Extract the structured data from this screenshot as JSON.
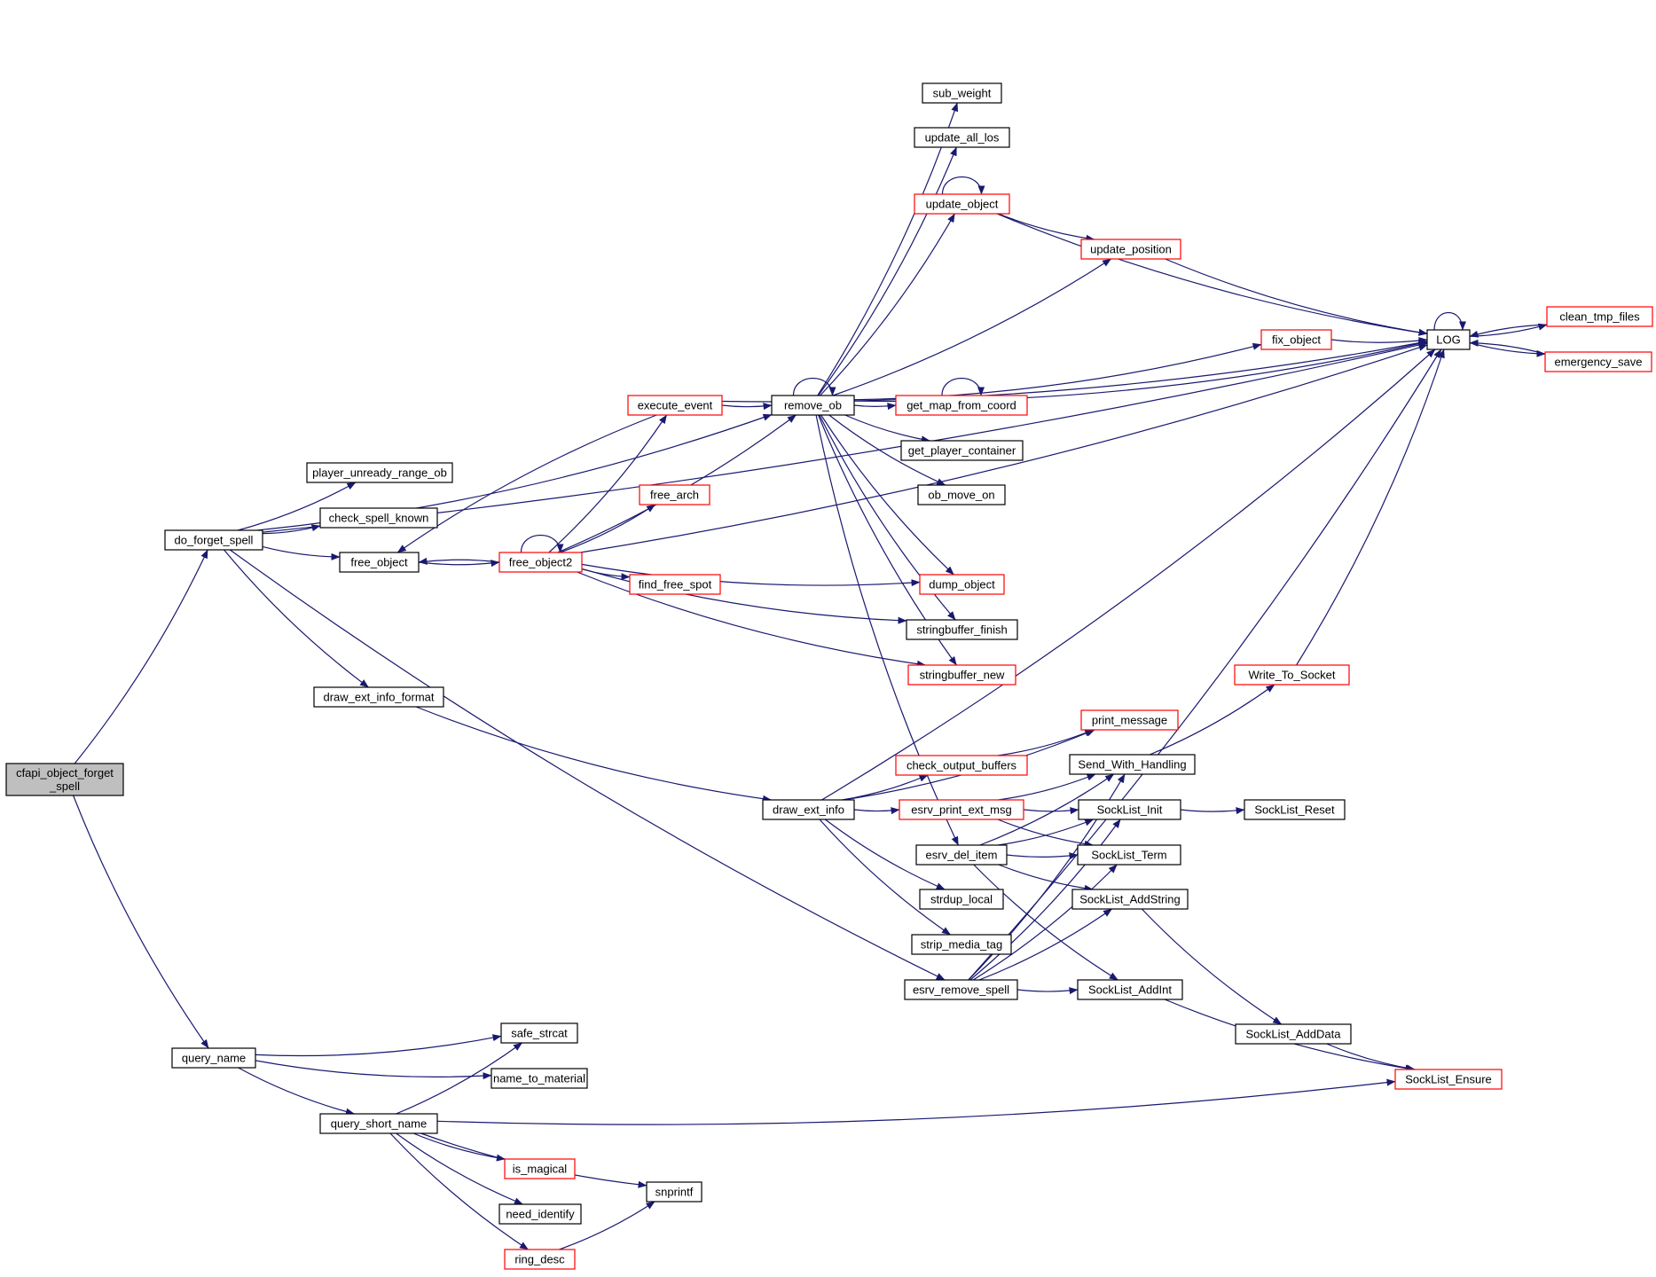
{
  "diagram": {
    "title": "cfapi_object_forget_spell call graph",
    "colors": {
      "edge": "#191970",
      "root_fill": "#bfbfbf",
      "normal_border": "#000000",
      "truncated_border": "#ff0000"
    },
    "nodes": [
      {
        "id": "cfapi",
        "lines": [
          "cfapi_object_forget",
          "_spell"
        ],
        "kind": "root"
      },
      {
        "id": "do_forget_spell",
        "lines": [
          "do_forget_spell"
        ],
        "kind": "normal"
      },
      {
        "id": "query_name",
        "lines": [
          "query_name"
        ],
        "kind": "normal"
      },
      {
        "id": "player_unready_range_ob",
        "lines": [
          "player_unready_range_ob"
        ],
        "kind": "normal"
      },
      {
        "id": "check_spell_known",
        "lines": [
          "check_spell_known"
        ],
        "kind": "normal"
      },
      {
        "id": "free_object",
        "lines": [
          "free_object"
        ],
        "kind": "normal"
      },
      {
        "id": "draw_ext_info_format",
        "lines": [
          "draw_ext_info_format"
        ],
        "kind": "normal"
      },
      {
        "id": "safe_strcat",
        "lines": [
          "safe_strcat"
        ],
        "kind": "normal"
      },
      {
        "id": "name_to_material",
        "lines": [
          "name_to_material"
        ],
        "kind": "normal"
      },
      {
        "id": "query_short_name",
        "lines": [
          "query_short_name"
        ],
        "kind": "normal"
      },
      {
        "id": "is_magical",
        "lines": [
          "is_magical"
        ],
        "kind": "truncated"
      },
      {
        "id": "need_identify",
        "lines": [
          "need_identify"
        ],
        "kind": "normal"
      },
      {
        "id": "ring_desc",
        "lines": [
          "ring_desc"
        ],
        "kind": "truncated"
      },
      {
        "id": "snprintf",
        "lines": [
          "snprintf"
        ],
        "kind": "normal"
      },
      {
        "id": "execute_event",
        "lines": [
          "execute_event"
        ],
        "kind": "truncated"
      },
      {
        "id": "free_object2",
        "lines": [
          "free_object2"
        ],
        "kind": "truncated"
      },
      {
        "id": "free_arch",
        "lines": [
          "free_arch"
        ],
        "kind": "truncated"
      },
      {
        "id": "find_free_spot",
        "lines": [
          "find_free_spot"
        ],
        "kind": "truncated"
      },
      {
        "id": "remove_ob",
        "lines": [
          "remove_ob"
        ],
        "kind": "normal"
      },
      {
        "id": "draw_ext_info",
        "lines": [
          "draw_ext_info"
        ],
        "kind": "normal"
      },
      {
        "id": "sub_weight",
        "lines": [
          "sub_weight"
        ],
        "kind": "normal"
      },
      {
        "id": "update_all_los",
        "lines": [
          "update_all_los"
        ],
        "kind": "normal"
      },
      {
        "id": "update_object",
        "lines": [
          "update_object"
        ],
        "kind": "truncated"
      },
      {
        "id": "update_position",
        "lines": [
          "update_position"
        ],
        "kind": "truncated"
      },
      {
        "id": "fix_object",
        "lines": [
          "fix_object"
        ],
        "kind": "truncated"
      },
      {
        "id": "get_map_from_coord",
        "lines": [
          "get_map_from_coord"
        ],
        "kind": "truncated"
      },
      {
        "id": "get_player_container",
        "lines": [
          "get_player_container"
        ],
        "kind": "normal"
      },
      {
        "id": "ob_move_on",
        "lines": [
          "ob_move_on"
        ],
        "kind": "normal"
      },
      {
        "id": "dump_object",
        "lines": [
          "dump_object"
        ],
        "kind": "truncated"
      },
      {
        "id": "stringbuffer_finish",
        "lines": [
          "stringbuffer_finish"
        ],
        "kind": "normal"
      },
      {
        "id": "stringbuffer_new",
        "lines": [
          "stringbuffer_new"
        ],
        "kind": "truncated"
      },
      {
        "id": "print_message",
        "lines": [
          "print_message"
        ],
        "kind": "truncated"
      },
      {
        "id": "check_output_buffers",
        "lines": [
          "check_output_buffers"
        ],
        "kind": "truncated"
      },
      {
        "id": "esrv_print_ext_msg",
        "lines": [
          "esrv_print_ext_msg"
        ],
        "kind": "truncated"
      },
      {
        "id": "esrv_del_item",
        "lines": [
          "esrv_del_item"
        ],
        "kind": "normal"
      },
      {
        "id": "strdup_local",
        "lines": [
          "strdup_local"
        ],
        "kind": "normal"
      },
      {
        "id": "strip_media_tag",
        "lines": [
          "strip_media_tag"
        ],
        "kind": "normal"
      },
      {
        "id": "esrv_remove_spell",
        "lines": [
          "esrv_remove_spell"
        ],
        "kind": "normal"
      },
      {
        "id": "Send_With_Handling",
        "lines": [
          "Send_With_Handling"
        ],
        "kind": "normal"
      },
      {
        "id": "SockList_Init",
        "lines": [
          "SockList_Init"
        ],
        "kind": "normal"
      },
      {
        "id": "SockList_Term",
        "lines": [
          "SockList_Term"
        ],
        "kind": "normal"
      },
      {
        "id": "SockList_AddString",
        "lines": [
          "SockList_AddString"
        ],
        "kind": "normal"
      },
      {
        "id": "SockList_AddInt",
        "lines": [
          "SockList_AddInt"
        ],
        "kind": "normal"
      },
      {
        "id": "SockList_Reset",
        "lines": [
          "SockList_Reset"
        ],
        "kind": "normal"
      },
      {
        "id": "SockList_AddData",
        "lines": [
          "SockList_AddData"
        ],
        "kind": "normal"
      },
      {
        "id": "SockList_Ensure",
        "lines": [
          "SockList_Ensure"
        ],
        "kind": "truncated"
      },
      {
        "id": "Write_To_Socket",
        "lines": [
          "Write_To_Socket"
        ],
        "kind": "truncated"
      },
      {
        "id": "LOG",
        "lines": [
          "LOG"
        ],
        "kind": "normal"
      },
      {
        "id": "clean_tmp_files",
        "lines": [
          "clean_tmp_files"
        ],
        "kind": "truncated"
      },
      {
        "id": "emergency_save",
        "lines": [
          "emergency_save"
        ],
        "kind": "truncated"
      }
    ],
    "edges": [
      [
        "cfapi",
        "do_forget_spell"
      ],
      [
        "cfapi",
        "query_name"
      ],
      [
        "do_forget_spell",
        "LOG"
      ],
      [
        "do_forget_spell",
        "remove_ob"
      ],
      [
        "do_forget_spell",
        "player_unready_range_ob"
      ],
      [
        "do_forget_spell",
        "check_spell_known"
      ],
      [
        "do_forget_spell",
        "free_object"
      ],
      [
        "do_forget_spell",
        "draw_ext_info_format"
      ],
      [
        "do_forget_spell",
        "esrv_remove_spell"
      ],
      [
        "query_name",
        "safe_strcat"
      ],
      [
        "query_name",
        "name_to_material"
      ],
      [
        "query_name",
        "query_short_name"
      ],
      [
        "query_short_name",
        "safe_strcat"
      ],
      [
        "query_short_name",
        "is_magical"
      ],
      [
        "query_short_name",
        "need_identify"
      ],
      [
        "query_short_name",
        "ring_desc"
      ],
      [
        "query_short_name",
        "snprintf"
      ],
      [
        "query_short_name",
        "SockList_Ensure"
      ],
      [
        "ring_desc",
        "snprintf"
      ],
      [
        "free_object",
        "free_object2"
      ],
      [
        "free_object2",
        "free_object"
      ],
      [
        "free_object2",
        "free_object2"
      ],
      [
        "free_object2",
        "execute_event"
      ],
      [
        "free_object2",
        "remove_ob"
      ],
      [
        "free_object2",
        "free_arch"
      ],
      [
        "free_object2",
        "find_free_spot"
      ],
      [
        "free_object2",
        "dump_object"
      ],
      [
        "free_object2",
        "stringbuffer_finish"
      ],
      [
        "free_object2",
        "stringbuffer_new"
      ],
      [
        "free_object2",
        "LOG"
      ],
      [
        "execute_event",
        "free_object"
      ],
      [
        "execute_event",
        "remove_ob"
      ],
      [
        "execute_event",
        "LOG"
      ],
      [
        "draw_ext_info_format",
        "draw_ext_info"
      ],
      [
        "remove_ob",
        "remove_ob"
      ],
      [
        "remove_ob",
        "sub_weight"
      ],
      [
        "remove_ob",
        "update_all_los"
      ],
      [
        "remove_ob",
        "update_object"
      ],
      [
        "remove_ob",
        "update_position"
      ],
      [
        "remove_ob",
        "LOG"
      ],
      [
        "remove_ob",
        "fix_object"
      ],
      [
        "remove_ob",
        "get_map_from_coord"
      ],
      [
        "remove_ob",
        "get_player_container"
      ],
      [
        "remove_ob",
        "ob_move_on"
      ],
      [
        "remove_ob",
        "dump_object"
      ],
      [
        "remove_ob",
        "stringbuffer_finish"
      ],
      [
        "remove_ob",
        "stringbuffer_new"
      ],
      [
        "remove_ob",
        "esrv_del_item"
      ],
      [
        "update_object",
        "update_object"
      ],
      [
        "update_object",
        "update_position"
      ],
      [
        "update_object",
        "LOG"
      ],
      [
        "update_position",
        "LOG"
      ],
      [
        "fix_object",
        "LOG"
      ],
      [
        "get_map_from_coord",
        "get_map_from_coord"
      ],
      [
        "draw_ext_info",
        "print_message"
      ],
      [
        "draw_ext_info",
        "check_output_buffers"
      ],
      [
        "draw_ext_info",
        "esrv_print_ext_msg"
      ],
      [
        "draw_ext_info",
        "strdup_local"
      ],
      [
        "draw_ext_info",
        "strip_media_tag"
      ],
      [
        "draw_ext_info",
        "LOG"
      ],
      [
        "check_output_buffers",
        "print_message"
      ],
      [
        "esrv_print_ext_msg",
        "Send_With_Handling"
      ],
      [
        "esrv_print_ext_msg",
        "SockList_Init"
      ],
      [
        "esrv_print_ext_msg",
        "SockList_Term"
      ],
      [
        "esrv_del_item",
        "Send_With_Handling"
      ],
      [
        "esrv_del_item",
        "SockList_Init"
      ],
      [
        "esrv_del_item",
        "SockList_Term"
      ],
      [
        "esrv_del_item",
        "SockList_AddString"
      ],
      [
        "esrv_del_item",
        "SockList_AddInt"
      ],
      [
        "esrv_remove_spell",
        "Send_With_Handling"
      ],
      [
        "esrv_remove_spell",
        "SockList_Init"
      ],
      [
        "esrv_remove_spell",
        "SockList_Term"
      ],
      [
        "esrv_remove_spell",
        "SockList_AddString"
      ],
      [
        "esrv_remove_spell",
        "SockList_AddInt"
      ],
      [
        "esrv_remove_spell",
        "LOG"
      ],
      [
        "SockList_Init",
        "SockList_Reset"
      ],
      [
        "SockList_AddString",
        "SockList_AddData"
      ],
      [
        "SockList_AddInt",
        "SockList_Ensure"
      ],
      [
        "SockList_AddData",
        "SockList_Ensure"
      ],
      [
        "Send_With_Handling",
        "Write_To_Socket"
      ],
      [
        "Write_To_Socket",
        "LOG"
      ],
      [
        "LOG",
        "LOG"
      ],
      [
        "LOG",
        "clean_tmp_files"
      ],
      [
        "LOG",
        "emergency_save"
      ],
      [
        "clean_tmp_files",
        "LOG"
      ],
      [
        "emergency_save",
        "LOG"
      ]
    ]
  }
}
